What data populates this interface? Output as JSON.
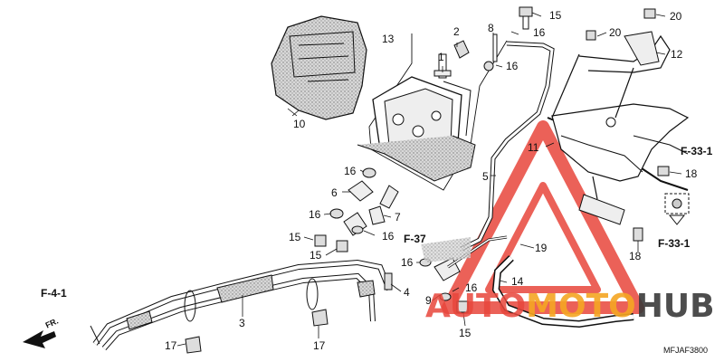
{
  "diagram": {
    "callouts": [
      "1",
      "2",
      "3",
      "4",
      "5",
      "6",
      "7",
      "8",
      "9",
      "10",
      "11",
      "12",
      "13",
      "14",
      "15",
      "16",
      "17",
      "18",
      "19",
      "20"
    ],
    "refs": {
      "f41": "F-4-1",
      "f37": "F-37",
      "f331_top": "F-33-1",
      "f331_bottom": "F-33-1",
      "fr": "FR."
    },
    "code": "MFJAF3800"
  },
  "watermark": {
    "part1": "AUTO",
    "part2": "MOTO",
    "part3": "HUB",
    "colors": {
      "red": "#e8463c",
      "orange": "#f5a623",
      "dark": "#3a3a3a"
    }
  },
  "colors": {
    "line": "#111111",
    "shade": "#bdbdbd",
    "fill": "#ffffff"
  }
}
